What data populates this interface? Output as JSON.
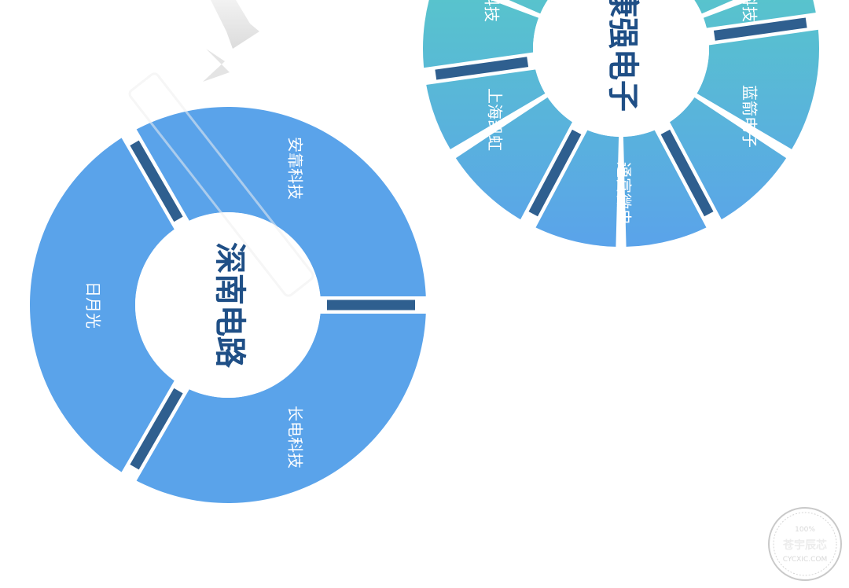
{
  "diagram": {
    "rings": [
      {
        "id": "shennan",
        "center_label": "深南电路",
        "segments": [
          "安靠科技",
          "长电科技",
          "日月光"
        ]
      },
      {
        "id": "jingqiang",
        "center_label": "康强电子",
        "segments": [
          "科技",
          "蓝箭电子",
          "通富微电",
          "上海凯虹",
          "科技"
        ]
      }
    ]
  },
  "watermark": {
    "top": "100%",
    "brand": "苍宇辰芯",
    "site": "CYCXIC.COM"
  },
  "colors": {
    "gradient_top": "#4fd0b8",
    "gradient_bottom": "#5aa3ea",
    "divider": "#2f5f8f",
    "center_text": "#1f4f86"
  }
}
